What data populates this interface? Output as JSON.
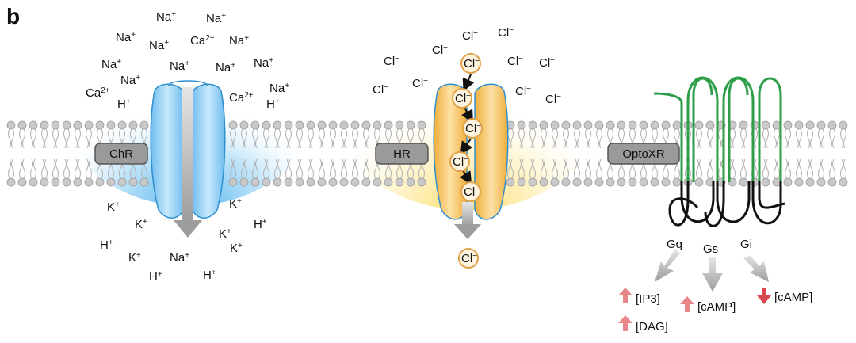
{
  "panel_letter": "b",
  "labels": {
    "chr": "ChR",
    "hr": "HR",
    "optoxr": "OptoXR"
  },
  "chr_outside_ions": [
    {
      "base": "Na",
      "charge": "+"
    },
    {
      "base": "Na",
      "charge": "+"
    },
    {
      "base": "Na",
      "charge": "+"
    },
    {
      "base": "Na",
      "charge": "+"
    },
    {
      "base": "Ca",
      "charge": "2+"
    },
    {
      "base": "Na",
      "charge": "+"
    },
    {
      "base": "Na",
      "charge": "+"
    },
    {
      "base": "Na",
      "charge": "+"
    },
    {
      "base": "Na",
      "charge": "+"
    },
    {
      "base": "Na",
      "charge": "+"
    },
    {
      "base": "Na",
      "charge": "+"
    },
    {
      "base": "Ca",
      "charge": "2+"
    },
    {
      "base": "H",
      "charge": "+"
    },
    {
      "base": "Ca",
      "charge": "2+"
    },
    {
      "base": "H",
      "charge": "+"
    },
    {
      "base": "Na",
      "charge": "+"
    }
  ],
  "chr_inside_ions": [
    {
      "base": "K",
      "charge": "+"
    },
    {
      "base": "K",
      "charge": "+"
    },
    {
      "base": "K",
      "charge": "+"
    },
    {
      "base": "K",
      "charge": "+"
    },
    {
      "base": "H",
      "charge": "+"
    },
    {
      "base": "H",
      "charge": "+"
    },
    {
      "base": "K",
      "charge": "+"
    },
    {
      "base": "K",
      "charge": "+"
    },
    {
      "base": "Na",
      "charge": "+"
    },
    {
      "base": "H",
      "charge": "+"
    },
    {
      "base": "H",
      "charge": "+"
    }
  ],
  "hr_ions": [
    {
      "base": "Cl",
      "charge": "−"
    },
    {
      "base": "Cl",
      "charge": "−"
    },
    {
      "base": "Cl",
      "charge": "−"
    },
    {
      "base": "Cl",
      "charge": "−"
    },
    {
      "base": "Cl",
      "charge": "−"
    },
    {
      "base": "Cl",
      "charge": "−"
    },
    {
      "base": "Cl",
      "charge": "−"
    },
    {
      "base": "Cl",
      "charge": "−"
    },
    {
      "base": "Cl",
      "charge": "−"
    },
    {
      "base": "Cl",
      "charge": "−"
    }
  ],
  "hr_channel_ions": [
    {
      "base": "Cl",
      "charge": "−"
    },
    {
      "base": "Cl",
      "charge": "−"
    },
    {
      "base": "Cl",
      "charge": "−"
    },
    {
      "base": "Cl",
      "charge": "−"
    },
    {
      "base": "Cl",
      "charge": "−"
    }
  ],
  "hr_exit_ion": {
    "base": "Cl",
    "charge": "−"
  },
  "g_proteins": {
    "gq": "Gq",
    "gs": "Gs",
    "gi": "Gi"
  },
  "messengers": {
    "ip3": "[IP3]",
    "dag": "[DAG]",
    "camp_up": "[cAMP]",
    "camp_down": "[cAMP]"
  },
  "colors": {
    "chr_glow": "#4fb3ec",
    "chr_channel": "#8ccdf4",
    "hr_glow": "#fde88a",
    "hr_channel": "#f6c15c",
    "receptor_out": "#2e9e48",
    "receptor_in": "#111111",
    "up_arrow": "#e8868a",
    "down_arrow": "#d9484f",
    "lipid": "#c9c9c9",
    "label_box": "#9a9a9a"
  }
}
